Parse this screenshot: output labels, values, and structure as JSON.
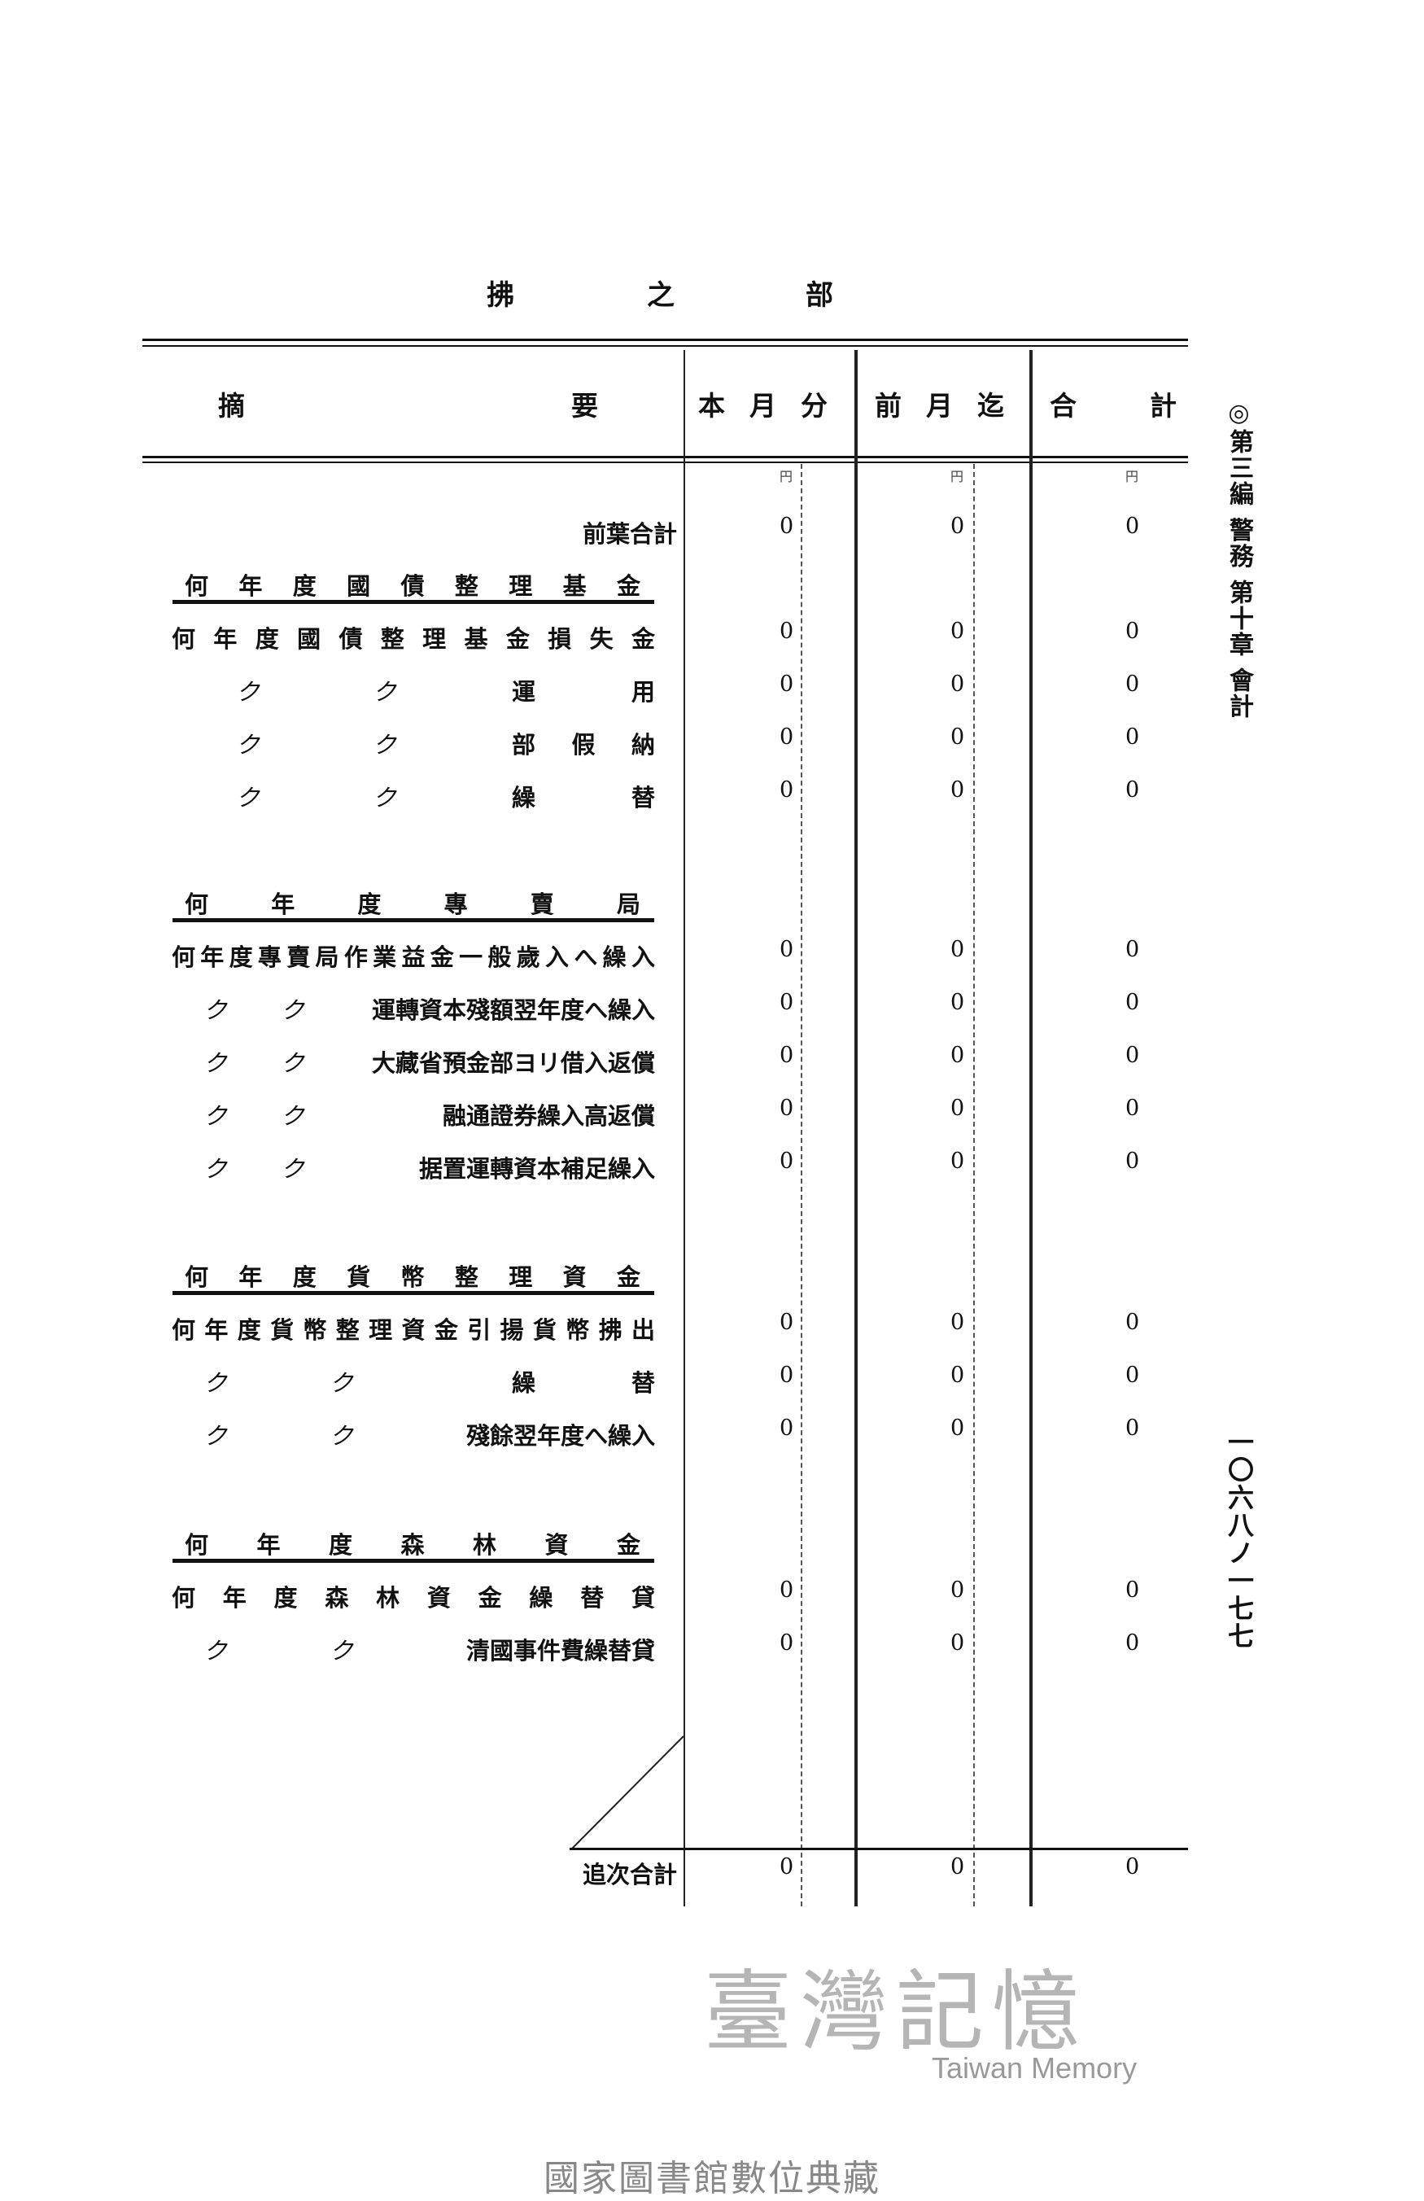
{
  "title": [
    "拂",
    "之",
    "部"
  ],
  "columns": {
    "summary_left": "摘",
    "summary_right": "要",
    "this_month": "本月分",
    "prev_month": "前月迄",
    "total": "合計",
    "unit": "円"
  },
  "carry_in": {
    "label": "前葉合計",
    "values": [
      "0",
      "0",
      "0"
    ]
  },
  "sections": [
    {
      "heading": "何年度國債整理基金",
      "rows": [
        {
          "full": "何年度國債整理基金損失金",
          "values": [
            "0",
            "0",
            "0"
          ]
        },
        {
          "ditto": [
            "ク",
            "ク"
          ],
          "text": "運用",
          "values": [
            "0",
            "0",
            "0"
          ]
        },
        {
          "ditto": [
            "ク",
            "ク"
          ],
          "text": "部假納",
          "values": [
            "0",
            "0",
            "0"
          ]
        },
        {
          "ditto": [
            "ク",
            "ク"
          ],
          "text": "繰替",
          "values": [
            "0",
            "0",
            "0"
          ]
        }
      ]
    },
    {
      "heading": "何年度專賣局",
      "rows": [
        {
          "full": "何年度專賣局作業益金一般歲入へ繰入",
          "values": [
            "0",
            "0",
            "0"
          ]
        },
        {
          "ditto": [
            "ク",
            "ク"
          ],
          "text": "運轉資本殘額翌年度へ繰入",
          "values": [
            "0",
            "0",
            "0"
          ]
        },
        {
          "ditto": [
            "ク",
            "ク"
          ],
          "text": "大藏省預金部ヨリ借入返償",
          "values": [
            "0",
            "0",
            "0"
          ]
        },
        {
          "ditto": [
            "ク",
            "ク"
          ],
          "text": "融通證券繰入高返償",
          "values": [
            "0",
            "0",
            "0"
          ]
        },
        {
          "ditto": [
            "ク",
            "ク"
          ],
          "text": "据置運轉資本補足繰入",
          "values": [
            "0",
            "0",
            "0"
          ]
        }
      ]
    },
    {
      "heading": "何年度貨幣整理資金",
      "rows": [
        {
          "full": "何年度貨幣整理資金引揚貨幣拂出",
          "values": [
            "0",
            "0",
            "0"
          ]
        },
        {
          "ditto": [
            "ク",
            "ク"
          ],
          "text": "繰替",
          "values": [
            "0",
            "0",
            "0"
          ]
        },
        {
          "ditto": [
            "ク",
            "ク"
          ],
          "text": "殘餘翌年度へ繰入",
          "values": [
            "0",
            "0",
            "0"
          ]
        }
      ]
    },
    {
      "heading": "何年度森林資金",
      "rows": [
        {
          "full": "何年度森林資金繰替貸",
          "values": [
            "0",
            "0",
            "0"
          ]
        },
        {
          "ditto": [
            "ク",
            "ク"
          ],
          "text": "清國事件費繰替貸",
          "values": [
            "0",
            "0",
            "0"
          ]
        }
      ]
    }
  ],
  "carry_out": {
    "label": "追次合計",
    "values": [
      "0",
      "0",
      "0"
    ]
  },
  "side_header": "◎第三編 警務 第十章 會計",
  "page_number": "一〇六八ノ一七七",
  "watermark": {
    "main": "臺灣記憶",
    "sub": "Taiwan Memory"
  },
  "footer": "國家圖書館數位典藏"
}
